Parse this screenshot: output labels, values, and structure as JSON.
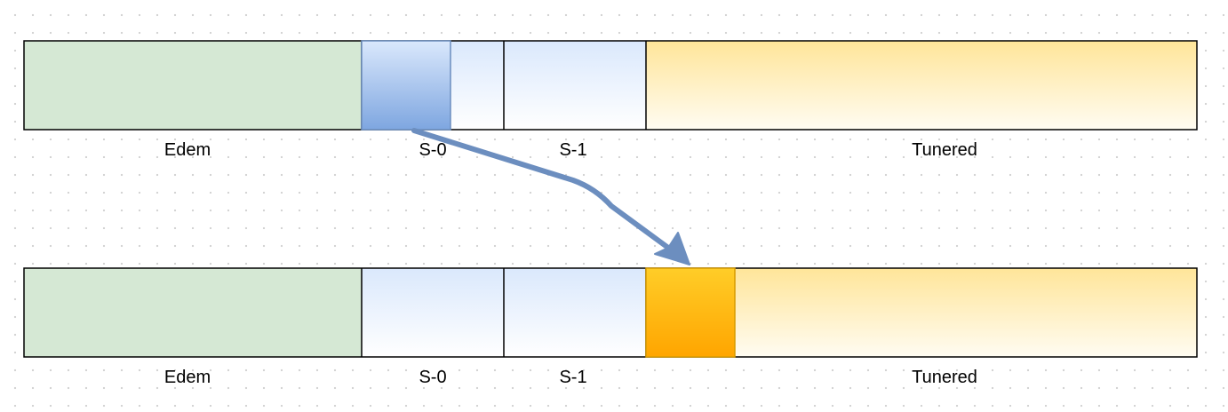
{
  "diagram": {
    "rows": [
      {
        "id": "before",
        "segments": [
          {
            "key": "eden",
            "label": "Edem"
          },
          {
            "key": "s0",
            "label": "S-0"
          },
          {
            "key": "s1",
            "label": "S-1"
          },
          {
            "key": "tenured",
            "label": "Tunered"
          }
        ],
        "highlight": {
          "segment": "s0",
          "color": "#7ea6e0"
        }
      },
      {
        "id": "after",
        "segments": [
          {
            "key": "eden",
            "label": "Edem"
          },
          {
            "key": "s0",
            "label": "S-0"
          },
          {
            "key": "s1",
            "label": "S-1"
          },
          {
            "key": "tenured",
            "label": "Tunered"
          }
        ],
        "highlight": {
          "segment": "tenured",
          "color": "#ffa500"
        }
      }
    ],
    "arrow": {
      "from": "before.s0",
      "to": "after.tenured",
      "color": "#6c8ebf"
    },
    "colors": {
      "eden": "#d5e8d4",
      "survivor": "#dae8fc",
      "tenured": "#ffe599",
      "outline": "#000000"
    }
  }
}
